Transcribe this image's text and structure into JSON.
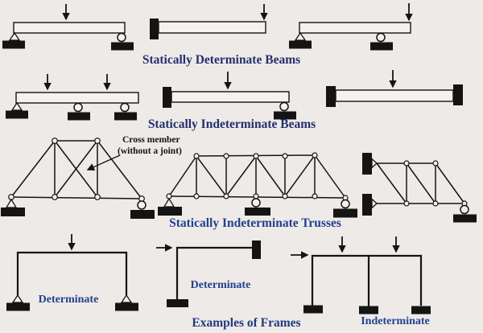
{
  "sections": {
    "determinate_beams": {
      "title": "Statically Determinate Beams"
    },
    "indeterminate_beams": {
      "title": "Statically Indeterminate Beams"
    },
    "indeterminate_trusses": {
      "title": "Statically Indeterminate Trusses"
    },
    "frames": {
      "title": "Examples of Frames"
    }
  },
  "annotation": {
    "line1": "Cross member",
    "line2": "(without a joint)"
  },
  "frame_labels": {
    "left": "Determinate",
    "middle": "Determinate",
    "right": "Indeterminate"
  },
  "icons": {
    "pin_support": "pin-support-icon",
    "roller_support": "roller-support-icon",
    "fixed_support": "fixed-support-icon",
    "load_arrow": "load-arrow-icon"
  },
  "colors": {
    "background": "#eeeae7",
    "structure": "#141414",
    "beam_title_navy": "#232f6f",
    "truss_title_blue": "#21418f",
    "frame_label_blue": "#21418f"
  }
}
